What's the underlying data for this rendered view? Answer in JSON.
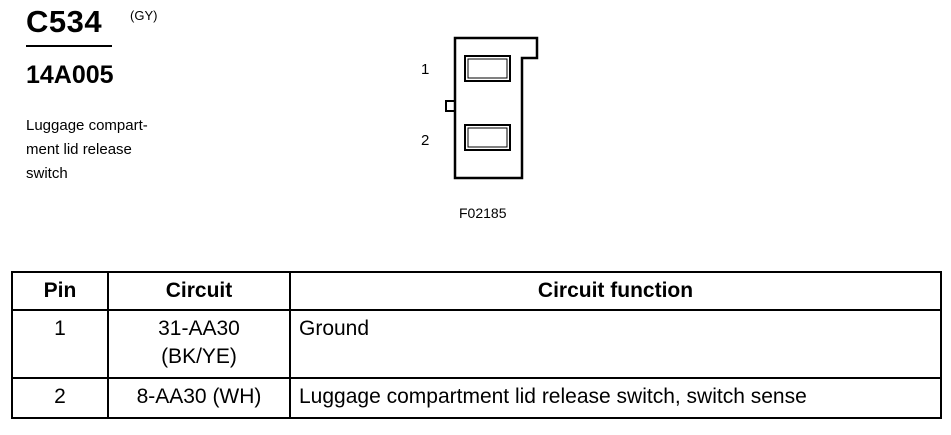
{
  "connector": {
    "id": "C534",
    "color": "(GY)",
    "part_number": "14A005",
    "description_lines": [
      "Luggage compart-",
      "ment lid release",
      "switch"
    ]
  },
  "diagram": {
    "pin_labels": [
      "1",
      "2"
    ],
    "figure_id": "F02185"
  },
  "table": {
    "headers": {
      "pin": "Pin",
      "circuit": "Circuit",
      "function": "Circuit function"
    },
    "rows": [
      {
        "pin": "1",
        "circuit_lines": [
          "31-AA30",
          "(BK/YE)"
        ],
        "function": "Ground"
      },
      {
        "pin": "2",
        "circuit_lines": [
          "8-AA30 (WH)"
        ],
        "function": "Luggage compartment lid release switch, switch sense"
      }
    ]
  }
}
